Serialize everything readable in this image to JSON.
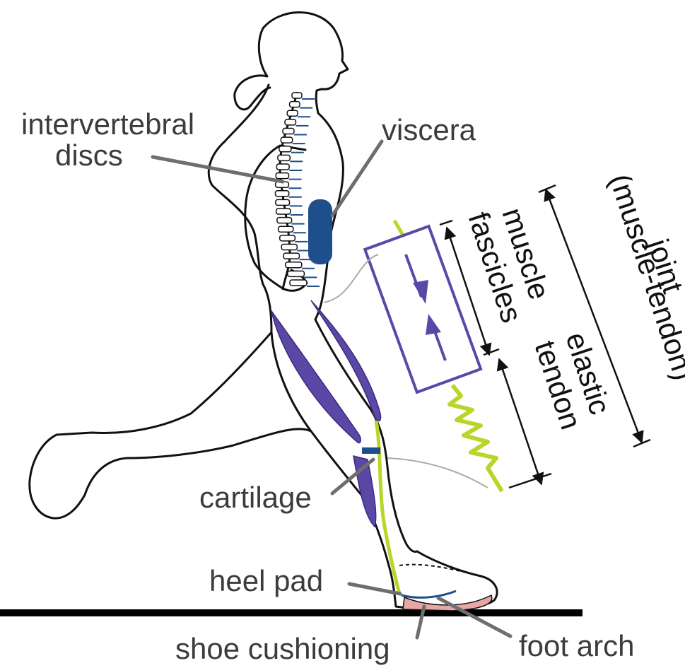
{
  "labels": {
    "intervertebral_discs_line1": "intervertebral",
    "intervertebral_discs_line2": "discs",
    "viscera": "viscera",
    "cartilage": "cartilage",
    "heel_pad": "heel pad",
    "shoe_cushioning": "shoe cushioning",
    "foot_arch": "foot arch",
    "muscle_fascicles_line1": "muscle",
    "muscle_fascicles_line2": "fascicles",
    "elastic_tendon_line1": "elastic",
    "elastic_tendon_line2": "tendon",
    "joint_line1": "joint",
    "joint_line2": "(muscle-tendon)"
  },
  "colors": {
    "muscle": "#5b48a6",
    "tendon": "#b8d62a",
    "tissue_blue": "#1f4e8c",
    "shoe_pink": "#e8a6a6",
    "leader": "#6e6e6e",
    "outline": "#111111"
  }
}
